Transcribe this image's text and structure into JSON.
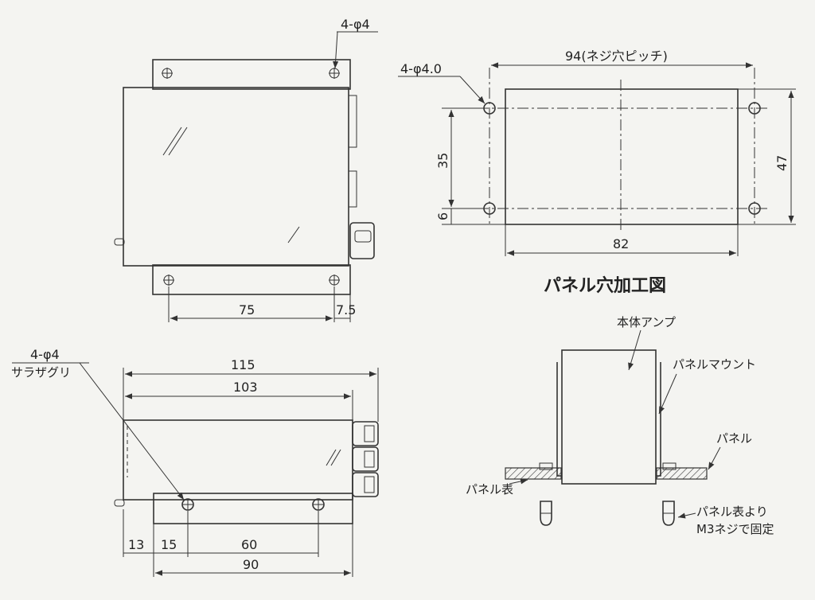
{
  "top_view": {
    "holes_label": "4-φ4",
    "dim_pitch": "75",
    "dim_edge": "7.5"
  },
  "panel_cutout": {
    "holes_label": "4-φ4.0",
    "dim_pitch": "94(ネジ穴ピッチ)",
    "dim_height_pitch": "35",
    "dim_offset": "6",
    "dim_width": "82",
    "dim_height": "47",
    "title": "パネル穴加工図"
  },
  "side_view": {
    "holes_label": "4-φ4",
    "holes_sub": "サラザグリ",
    "dim_total": "115",
    "dim_body": "103",
    "dim_a": "13",
    "dim_b": "15",
    "dim_c": "60",
    "dim_base": "90"
  },
  "mount_diagram": {
    "label_amp": "本体アンプ",
    "label_mount": "パネルマウント",
    "label_panel": "パネル",
    "label_panel_front": "パネル表",
    "note_line1": "パネル表より",
    "note_line2": "M3ネジで固定"
  }
}
